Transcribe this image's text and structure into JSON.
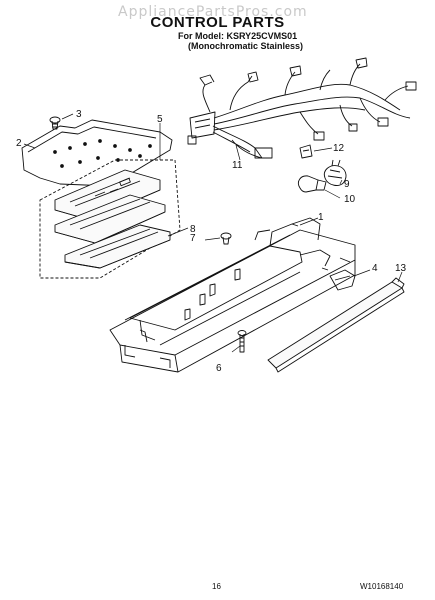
{
  "header": {
    "watermark": "AppliancePartsPros.com",
    "title": "CONTROL PARTS",
    "model_line": "For Model: KSRY25CVMS01",
    "finish_line": "(Monochromatic Stainless)"
  },
  "callouts": {
    "c1": "1",
    "c2": "2",
    "c3": "3",
    "c4": "4",
    "c5": "5",
    "c6": "6",
    "c7": "7",
    "c8": "8",
    "c9": "9",
    "c10": "10",
    "c11": "11",
    "c12": "12",
    "c13": "13"
  },
  "footer": {
    "page_number": "16",
    "document_number": "W10168140"
  }
}
